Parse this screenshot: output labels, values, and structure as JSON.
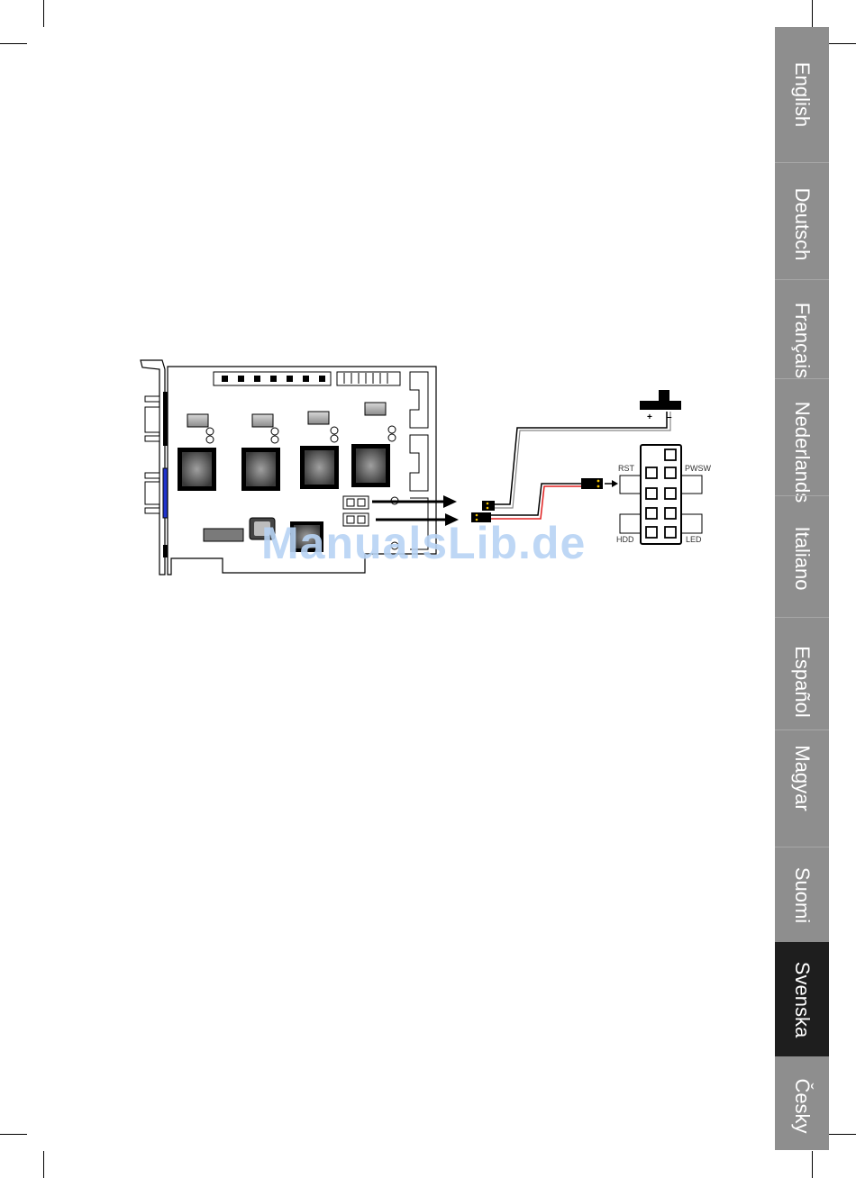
{
  "languages": [
    {
      "label": "English",
      "active": false
    },
    {
      "label": "Deutsch",
      "active": false
    },
    {
      "label": "Français",
      "active": false
    },
    {
      "label": "Nederlands",
      "active": false
    },
    {
      "label": "Italiano",
      "active": false
    },
    {
      "label": "Español",
      "active": false
    },
    {
      "label": "Magyar",
      "active": false
    },
    {
      "label": "Suomi",
      "active": false
    },
    {
      "label": "Svenska",
      "active": true
    },
    {
      "label": "Česky",
      "active": false
    }
  ],
  "diagram": {
    "pin_labels": {
      "rst": "RST",
      "pwsw": "PWSW",
      "hdd": "HDD",
      "led": "LED"
    },
    "polarity": {
      "plus": "+",
      "minus": "–"
    }
  },
  "watermark": "ManualsLib.de",
  "colors": {
    "sidebar": "#8e8e8e",
    "sidebar_active": "#1e1e1e",
    "wire_red": "#e02020",
    "connector_yellow": "#f2c200",
    "vga_blue": "#2033cc"
  }
}
